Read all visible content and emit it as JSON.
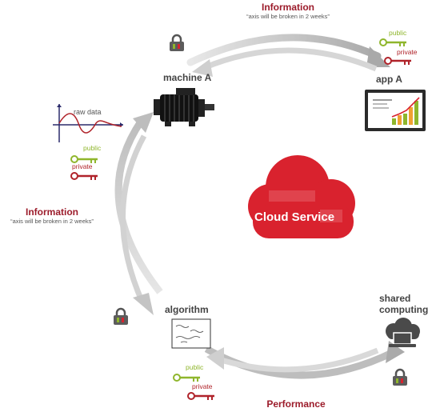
{
  "top_flow": {
    "title": "Information",
    "note": "“axis will be broken in 2 weeks”"
  },
  "left_flow": {
    "title": "Information",
    "note": "“axis will be broken in 2 weeks”"
  },
  "bottom_flow": {
    "title": "Performance"
  },
  "nodes": {
    "machine": {
      "label": "machine A"
    },
    "app": {
      "label": "app A"
    },
    "algorithm": {
      "label": "algorithm"
    },
    "shared": {
      "label_line1": "shared",
      "label_line2": "computing"
    },
    "raw_data": {
      "label": "raw data"
    }
  },
  "keys": {
    "public": "public",
    "private": "private"
  },
  "cloud": {
    "label": "Cloud Service"
  },
  "colors": {
    "accent": "#9c1c2b",
    "cloud": "#d9222e",
    "public_key": "#8fb62c",
    "private_key": "#b0232a",
    "arrow": "#c8c8c8"
  },
  "icons": [
    "lock-icon",
    "key-icon",
    "motor-icon",
    "dashboard-icon",
    "document-icon",
    "cloud-laptop-icon",
    "cloud-icon"
  ]
}
